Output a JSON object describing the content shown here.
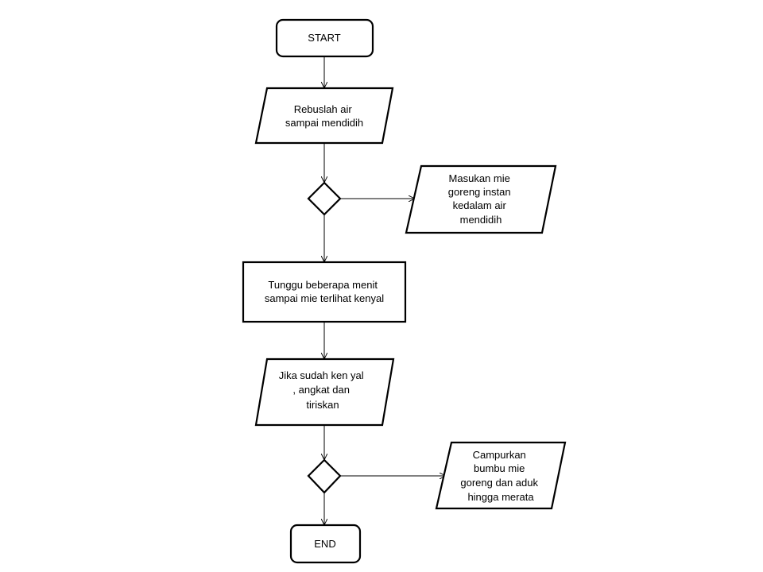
{
  "flowchart": {
    "start": "START",
    "step1": [
      "Rebuslah air",
      "sampai mendidih"
    ],
    "branch1": [
      "Masukan mie",
      "goreng instan",
      "kedalam  air",
      "mendidih"
    ],
    "step2": [
      "Tunggu beberapa menit",
      "sampai mie terlihat kenyal"
    ],
    "step3": [
      "Jika sudah ken yal",
      ", angkat dan",
      "tiriskan"
    ],
    "branch2": [
      "Campurkan",
      "bumbu mie",
      "goreng dan aduk",
      "hingga merata"
    ],
    "end": "END"
  },
  "colors": {
    "stroke": "#000000",
    "background": "#ffffff"
  }
}
